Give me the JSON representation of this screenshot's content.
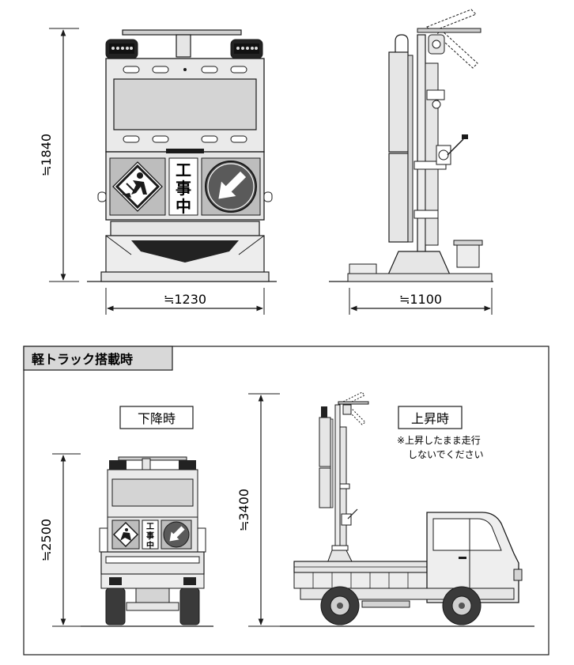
{
  "top": {
    "front_view": {
      "height_label": "≒1840",
      "width_label": "≒1230",
      "sign_kanji": [
        "工",
        "事",
        "中"
      ]
    },
    "side_view": {
      "width_label": "≒1100"
    }
  },
  "truck_panel": {
    "title": "軽トラック搭載時",
    "lowered": {
      "label": "下降時",
      "height_label": "≒2500",
      "sign_kanji": [
        "工",
        "事",
        "中"
      ]
    },
    "raised": {
      "label": "上昇時",
      "height_label": "≒3400",
      "note_line1": "※上昇したまま走行",
      "note_line2": "しないでください"
    }
  },
  "colors": {
    "line": "#1a1a1a",
    "panel_gray": "#d4d4d4",
    "body_gray": "#e6e6e6",
    "sign_fill": "#5a5a5a",
    "dark": "#222222"
  }
}
